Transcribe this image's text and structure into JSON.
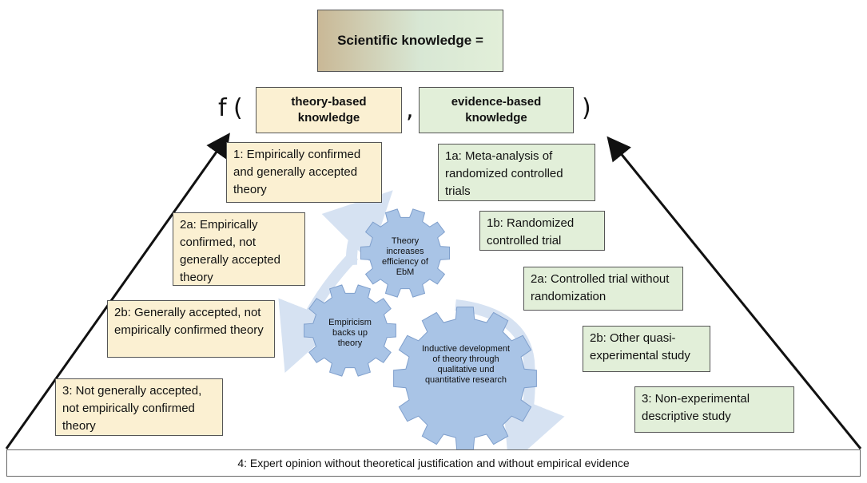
{
  "header": {
    "title": "Scientific knowledge =",
    "function_symbol": "f",
    "open_paren": "(",
    "comma": ",",
    "close_paren": ")",
    "theory_based": "theory-based knowledge",
    "evidence_based": "evidence-based knowledge"
  },
  "theory_levels": [
    {
      "label": "1: Empirically confirmed and generally accepted theory"
    },
    {
      "label": "2a: Empirically confirmed, not generally accepted theory"
    },
    {
      "label": "2b: Generally accepted, not empirically confirmed theory"
    },
    {
      "label": "3: Not generally accepted, not empirically confirmed theory"
    }
  ],
  "evidence_levels": [
    {
      "label": "1a: Meta-analysis of randomized controlled trials"
    },
    {
      "label": "1b: Randomized controlled trial"
    },
    {
      "label": "2a: Controlled trial without randomization"
    },
    {
      "label": "2b: Other quasi-experimental study"
    },
    {
      "label": "3: Non-experimental descriptive study"
    }
  ],
  "gears": {
    "top": "Theory increases efficiency of EbM",
    "left": "Empiricism backs up theory",
    "right": "Inductive development of theory through qualitative und quantitative research"
  },
  "base": {
    "label": "4: Expert opinion without theoretical justification and without empirical evidence"
  },
  "colors": {
    "theory_fill": "#fbf0d2",
    "evidence_fill": "#e2efd9",
    "gear_fill": "#a9c4e6",
    "gear_stroke": "#7f9fcc",
    "cycle_arrow": "#d6e2f2"
  }
}
